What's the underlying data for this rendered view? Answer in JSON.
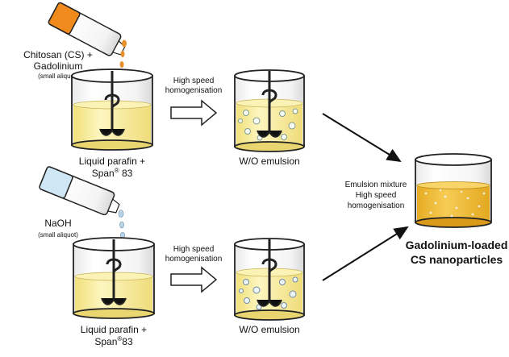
{
  "top_row": {
    "reagent_line1": "Chitosan (CS) +",
    "reagent_line2": "Gadolinium",
    "reagent_note": "(small aliquot)",
    "step_line1": "High speed",
    "step_line2": "homogenisation",
    "beaker_line1": "Liquid parafin +",
    "beaker_line2": "Span",
    "beaker_sup": "®",
    "beaker_line2b": " 83",
    "emulsion_label": "W/O emulsion"
  },
  "bottom_row": {
    "reagent_line1": "NaOH",
    "reagent_note": "(small aliquot)",
    "step_line1": "High speed",
    "step_line2": "homogenisation",
    "beaker_line1": "Liquid parafin +",
    "beaker_line2": "Span",
    "beaker_sup": "®",
    "beaker_line2b": "83",
    "emulsion_label": "W/O emulsion"
  },
  "merge": {
    "line1": "Emulsion mixture",
    "line2": "High speed",
    "line3": "homogenisation"
  },
  "product": {
    "line1": "Gadolinium-loaded",
    "line2": "CS nanoparticles"
  },
  "colors": {
    "liquid": "#fbf0a8",
    "product_liquid": "#f2c23c",
    "orange_cap": "#f08a1c",
    "droplet_orange": "#e8902a",
    "blue_cap": "#cfe6f5",
    "droplet_blue": "#b8d4e8",
    "outline": "#222222"
  }
}
